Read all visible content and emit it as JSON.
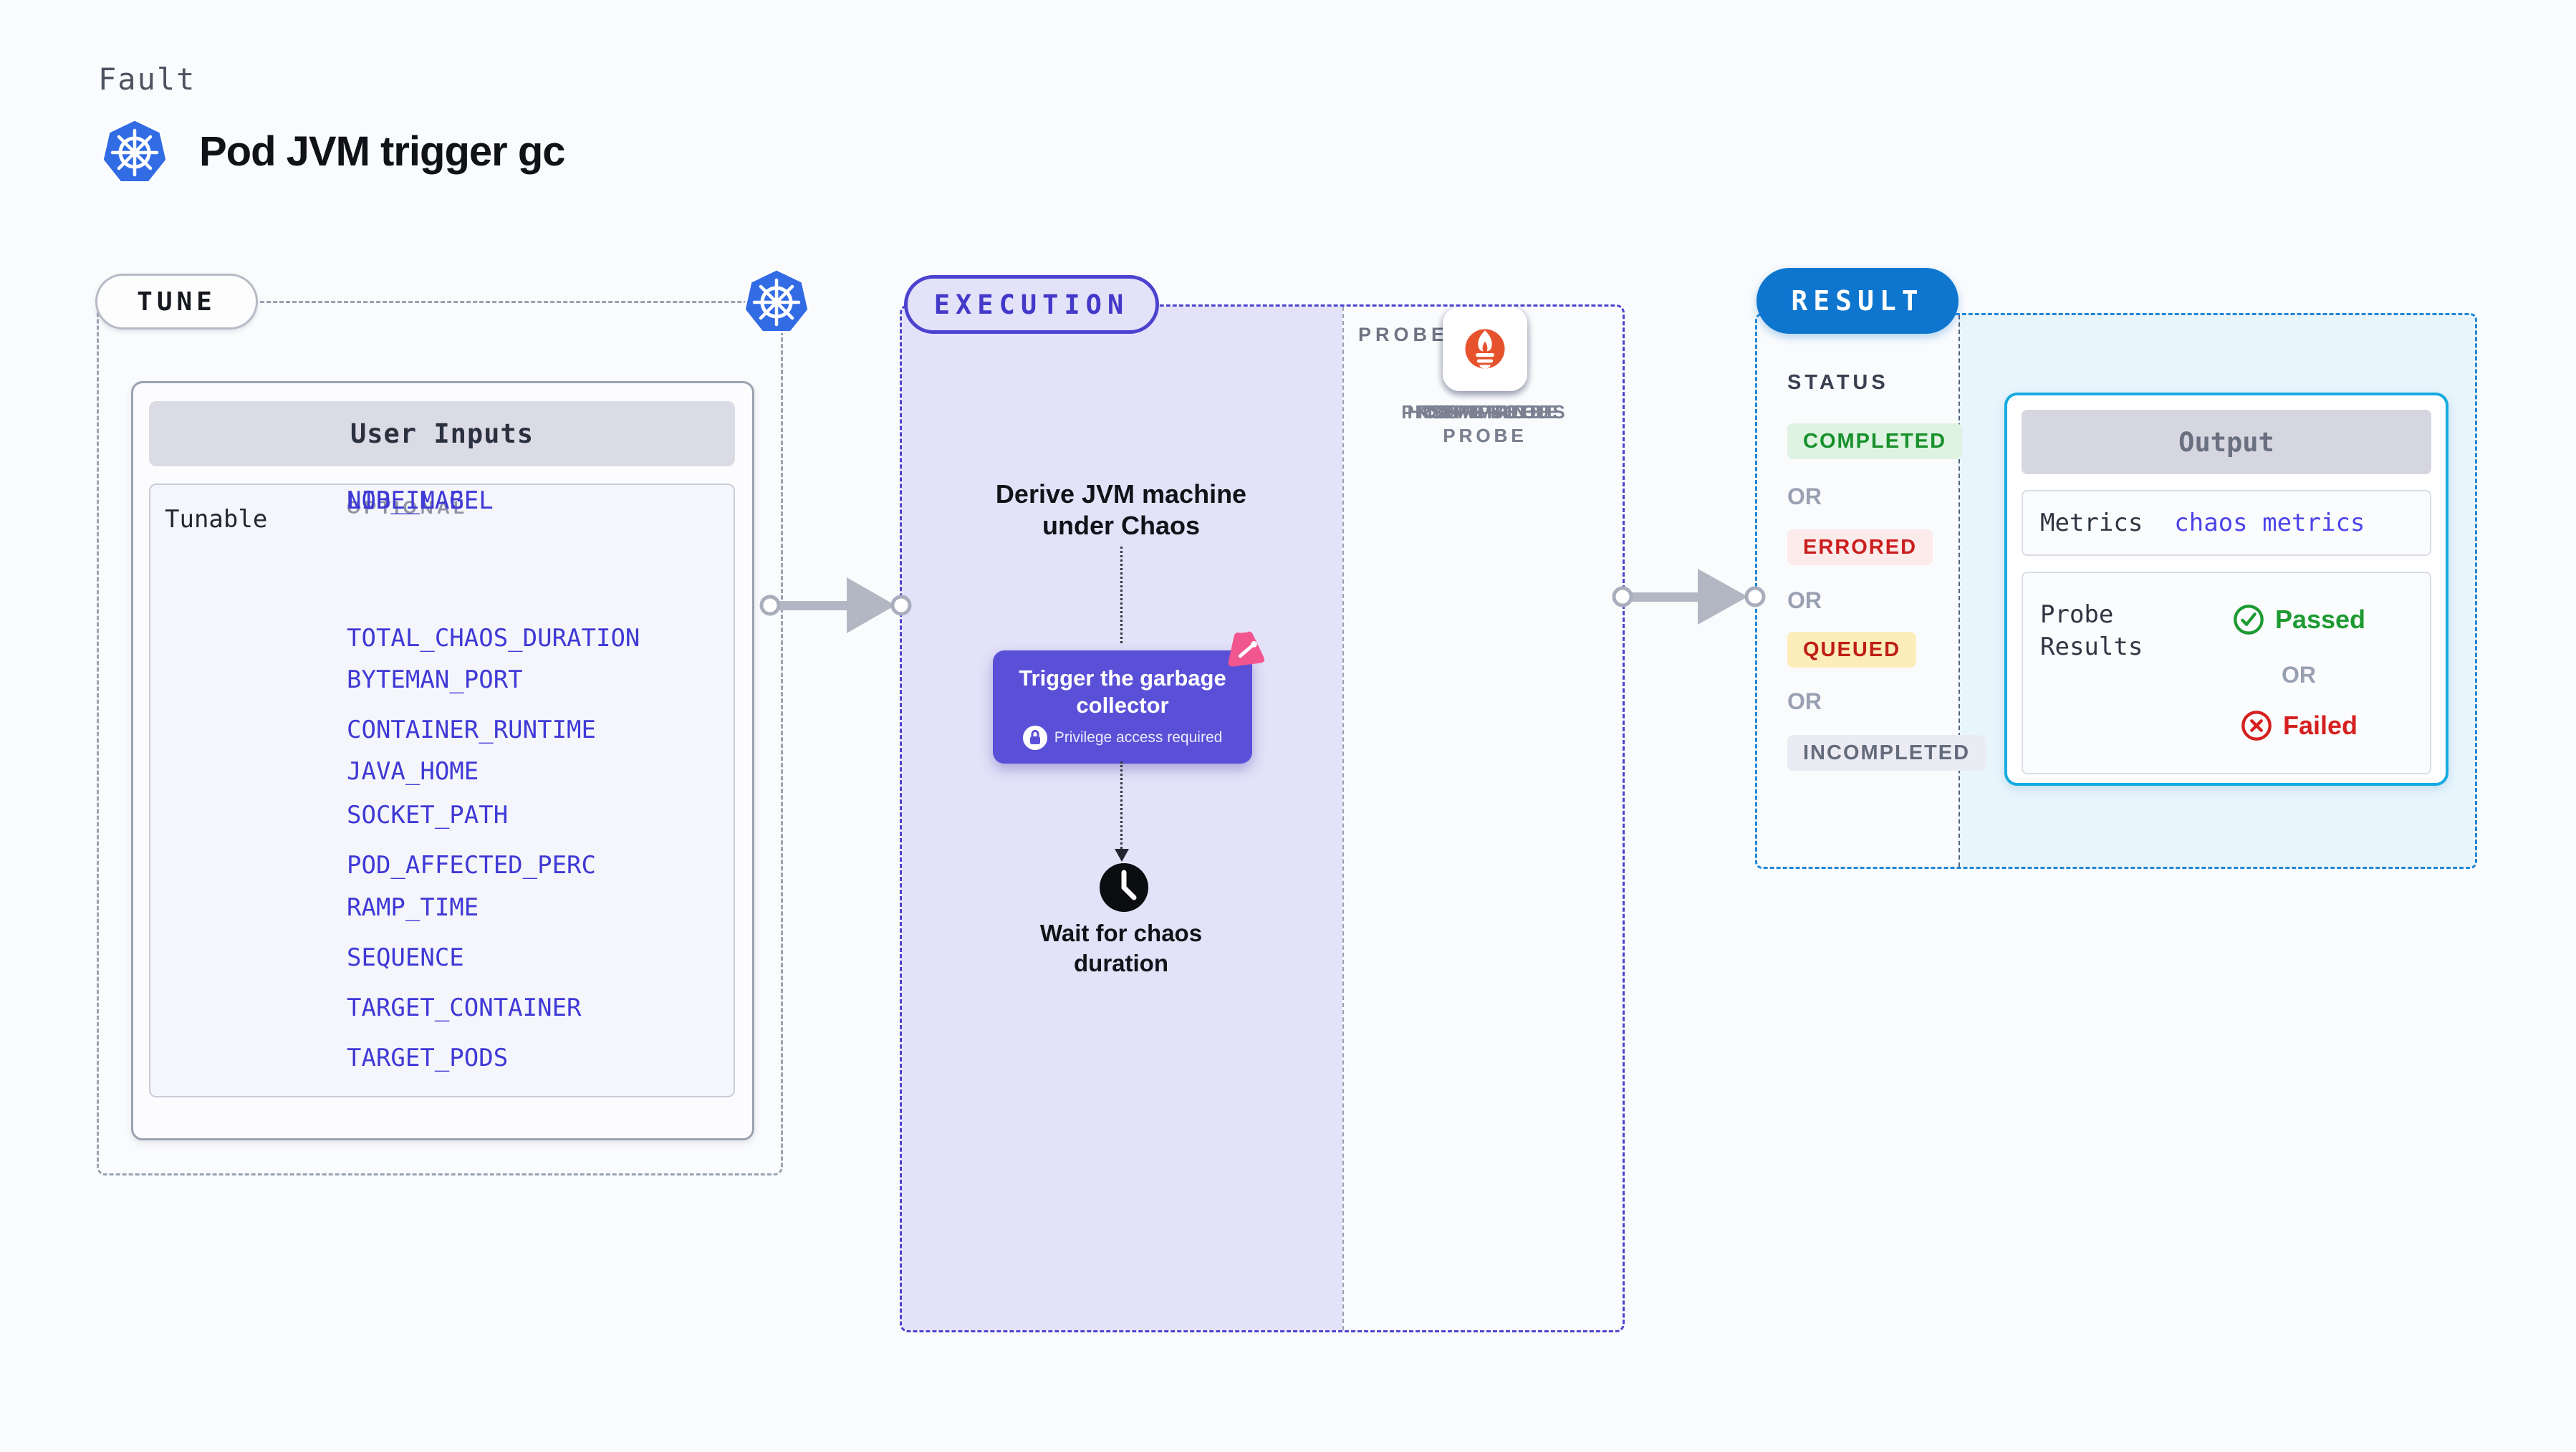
{
  "header": {
    "eyebrow": "Fault",
    "title": "Pod JVM trigger gc",
    "icon": "kubernetes-icon"
  },
  "tune": {
    "pill": "TUNE",
    "corner_icon": "kubernetes-icon",
    "card_header": "User Inputs",
    "row_label": "Tunable",
    "optional_label": "OPTIONAL",
    "inputs": [
      "TOTAL_CHAOS_DURATION",
      "BYTEMAN_PORT",
      "CONTAINER_RUNTIME",
      "JAVA_HOME",
      "SOCKET_PATH",
      "POD_AFFECTED_PERC",
      "RAMP_TIME",
      "SEQUENCE",
      "TARGET_CONTAINER",
      "TARGET_PODS",
      "NODE_LABEL",
      "LIB_IMAGE"
    ]
  },
  "execution": {
    "pill": "EXECUTION",
    "derive_line1": "Derive JVM machine",
    "derive_line2": "under Chaos",
    "action_title": "Trigger the garbage collector",
    "action_note": "Privilege access required",
    "action_note_icon": "lock-icon",
    "action_corner_icon": "chaos-badge-icon",
    "wait_icon": "clock-icon",
    "wait_line1": "Wait for chaos",
    "wait_line2": "duration"
  },
  "probes": {
    "heading": "PROBES",
    "items": [
      {
        "line1": "HTTP PROBE",
        "line2": "",
        "icon": "globe-alert-icon"
      },
      {
        "line1": "COMMAND",
        "line2": "PROBE",
        "icon": "terminal-icon"
      },
      {
        "line1": "SRM SLO",
        "line2": "PROBE",
        "icon": "slo-donut-icon"
      },
      {
        "line1": "K8S PROBE",
        "line2": "",
        "icon": "kubernetes-icon"
      },
      {
        "line1": "PROMETHEUS",
        "line2": "PROBE",
        "icon": "prometheus-icon"
      }
    ]
  },
  "result": {
    "pill": "RESULT",
    "status_heading": "STATUS",
    "or_label": "OR",
    "statuses": [
      {
        "label": "COMPLETED",
        "fg": "#16902b",
        "bg": "#def3e1"
      },
      {
        "label": "ERRORED",
        "fg": "#cb1e1e",
        "bg": "#fcebeb"
      },
      {
        "label": "QUEUED",
        "fg": "#bf1d15",
        "bg": "#fbeebb"
      },
      {
        "label": "INCOMPLETED",
        "fg": "#646b7c",
        "bg": "#ebecf3"
      }
    ],
    "output": {
      "header": "Output",
      "metrics_label": "Metrics",
      "metrics_value": "chaos metrics",
      "probe_results_label": "Probe Results",
      "passed_label": "Passed",
      "passed_icon": "check-circle-icon",
      "or_label": "OR",
      "failed_label": "Failed",
      "failed_icon": "x-circle-icon"
    }
  },
  "colors": {
    "page_bg": "#fafbfd",
    "accent_indigo": "#4b43cf",
    "lavender": "#e4e2f8",
    "action_purple": "#5a50d8",
    "result_blue": "#0e76cf",
    "output_border": "#16abe0",
    "env_link": "#3f39d6",
    "metrics_link": "#4d44e8",
    "passed_green": "#1d9a31",
    "failed_red": "#d5201f",
    "kubernetes_blue": "#326ce5",
    "prometheus_orange": "#e6522c",
    "chaos_pink": "#f2568e"
  }
}
